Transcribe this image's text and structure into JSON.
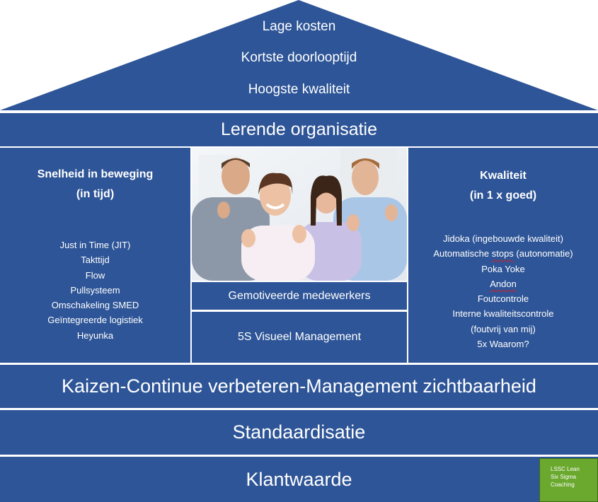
{
  "roof": {
    "lines": [
      "Lage kosten",
      "Kortste doorlooptijd",
      "Hoogste kwaliteit"
    ]
  },
  "bands": {
    "lerende": "Lerende organisatie",
    "kaizen": "Kaizen-Continue verbeteren-Management zichtbaarheid",
    "standaardisatie": "Standaardisatie",
    "klantwaarde": "Klantwaarde"
  },
  "left_pillar": {
    "title1": "Snelheid in beweging",
    "title2": "(in tijd)",
    "items": [
      "Just in Time (JIT)",
      "Takttijd",
      "Flow",
      "Pullsysteem",
      "Omschakeling SMED",
      "Geïntegreerde logistiek",
      "Heyunka"
    ]
  },
  "right_pillar": {
    "title1": "Kwaliteit",
    "title2": "(in 1 x goed)",
    "items": [
      "Jidoka (ingebouwde kwaliteit)",
      "Automatische stops (autonomatie)",
      "Poka Yoke",
      "Andon",
      "Foutcontrole",
      "Interne kwaliteitscontrole",
      "(foutvrij van mij)",
      "5x Waarom?"
    ]
  },
  "center": {
    "motivated": "Gemotiveerde medewerkers",
    "fives": "5S Visueel Management"
  },
  "logo": {
    "line1": "LSSC Lean",
    "line2": "Six Sigma",
    "line3": "Coaching"
  },
  "colors": {
    "block": "#2e5597",
    "separator": "#ffffff",
    "logo": "#6aa82e"
  }
}
